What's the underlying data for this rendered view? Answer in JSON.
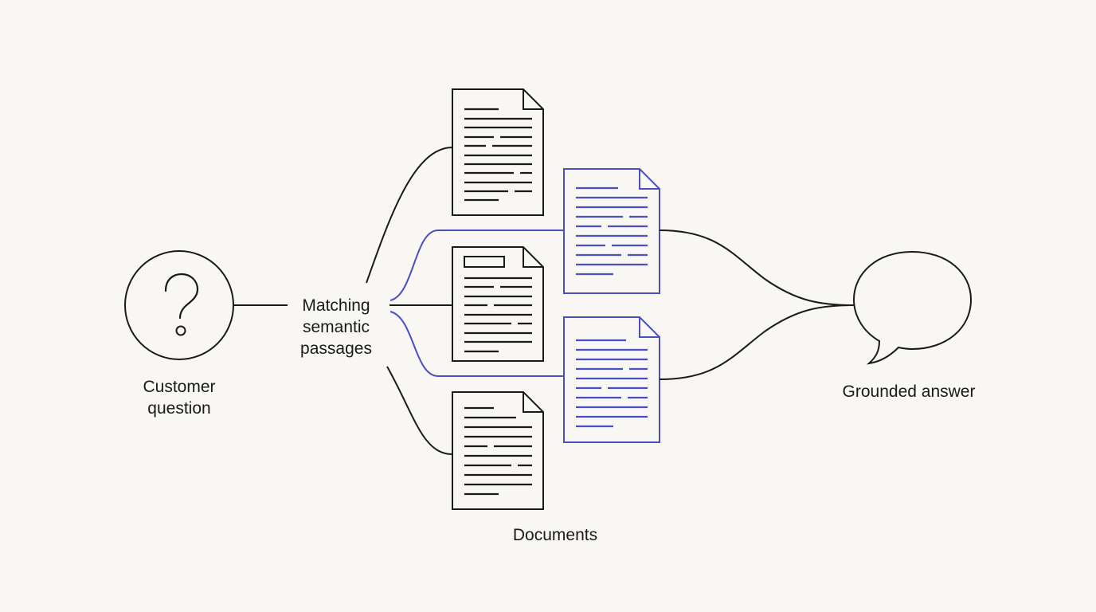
{
  "nodes": {
    "question": {
      "glyph": "?",
      "label_lines": [
        "Customer",
        "question"
      ]
    },
    "matching": {
      "label_lines": [
        "Matching",
        "semantic",
        "passages"
      ]
    },
    "documents": {
      "label": "Documents"
    },
    "answer": {
      "label": "Grounded answer"
    }
  },
  "colors": {
    "background": "#f8f7f4",
    "ink": "#1a1a1a",
    "highlight": "#4a4fc0"
  },
  "icons": [
    "question-mark-icon",
    "document-icon",
    "speech-bubble-icon"
  ]
}
